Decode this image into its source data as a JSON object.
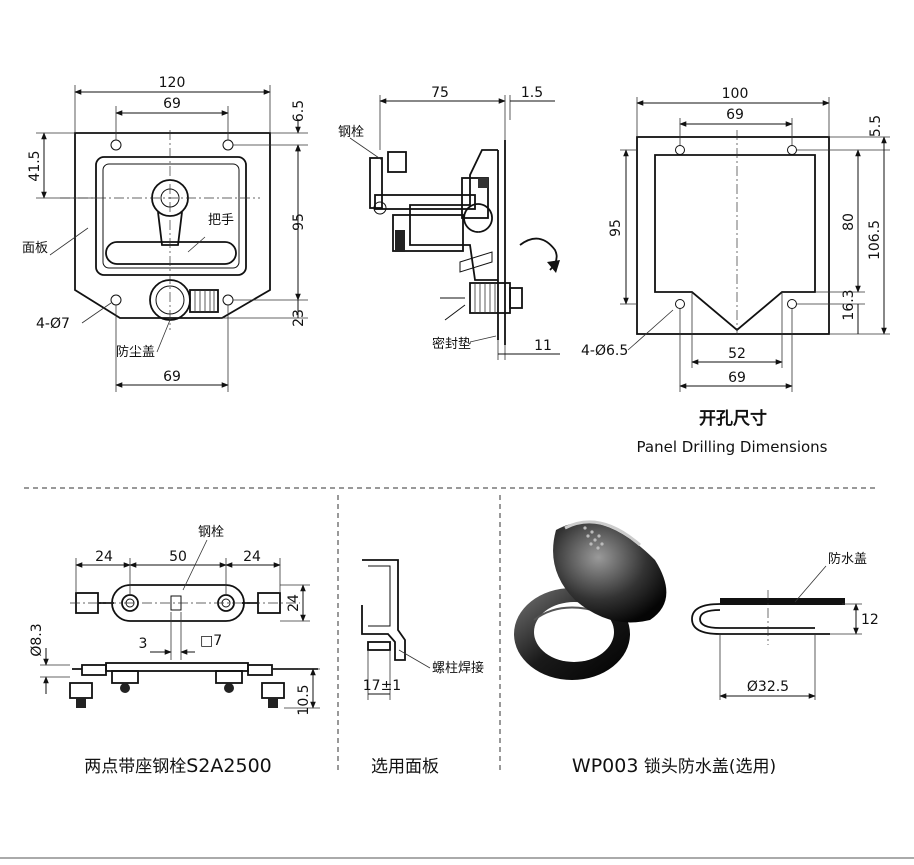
{
  "front_view": {
    "dims": {
      "overall_width": "120",
      "hole_spacing_top": "69",
      "top_offset": "6.5",
      "left_height": "41.5",
      "right_height": "95",
      "bottom_height": "23",
      "hole_spacing_bottom": "69"
    },
    "labels": {
      "panel": "面板",
      "handle": "把手",
      "holes": "4-Ø7",
      "dust_cover": "防尘盖"
    }
  },
  "side_view": {
    "dims": {
      "depth": "75",
      "plate_thickness": "1.5",
      "gasket_offset": "11"
    },
    "labels": {
      "bolt": "钢栓",
      "gasket": "密封垫"
    }
  },
  "drilling_view": {
    "dims": {
      "overall_width": "100",
      "hole_spacing_top": "69",
      "top_offset": "5.5",
      "left_height": "95",
      "height_inner": "80",
      "height_overall": "106.5",
      "bottom_offset": "16.3",
      "notch_width": "52",
      "hole_spacing_bottom": "69"
    },
    "labels": {
      "holes": "4-Ø6.5"
    },
    "title_cn": "开孔尺寸",
    "title_en": "Panel Drilling Dimensions"
  },
  "bolt_view": {
    "dims": {
      "left": "24",
      "middle": "50",
      "right": "24",
      "height": "24",
      "diameter": "Ø8.3",
      "offset": "3",
      "square": "□7",
      "height_low": "10.5"
    },
    "labels": {
      "bolt": "钢栓"
    },
    "caption_cn": "两点带座钢栓",
    "caption_model": "S2A2500"
  },
  "optional_panel": {
    "dims": {
      "length": "17±1"
    },
    "labels": {
      "weld": "螺柱焊接"
    },
    "caption": "选用面板"
  },
  "cover_view": {
    "dims": {
      "height": "12",
      "diameter": "Ø32.5"
    },
    "labels": {
      "cover": "防水盖"
    },
    "caption_model": "WP003",
    "caption_cn": "锁头防水盖(选用)"
  },
  "colors": {
    "line": "#111111",
    "background": "#ffffff"
  }
}
